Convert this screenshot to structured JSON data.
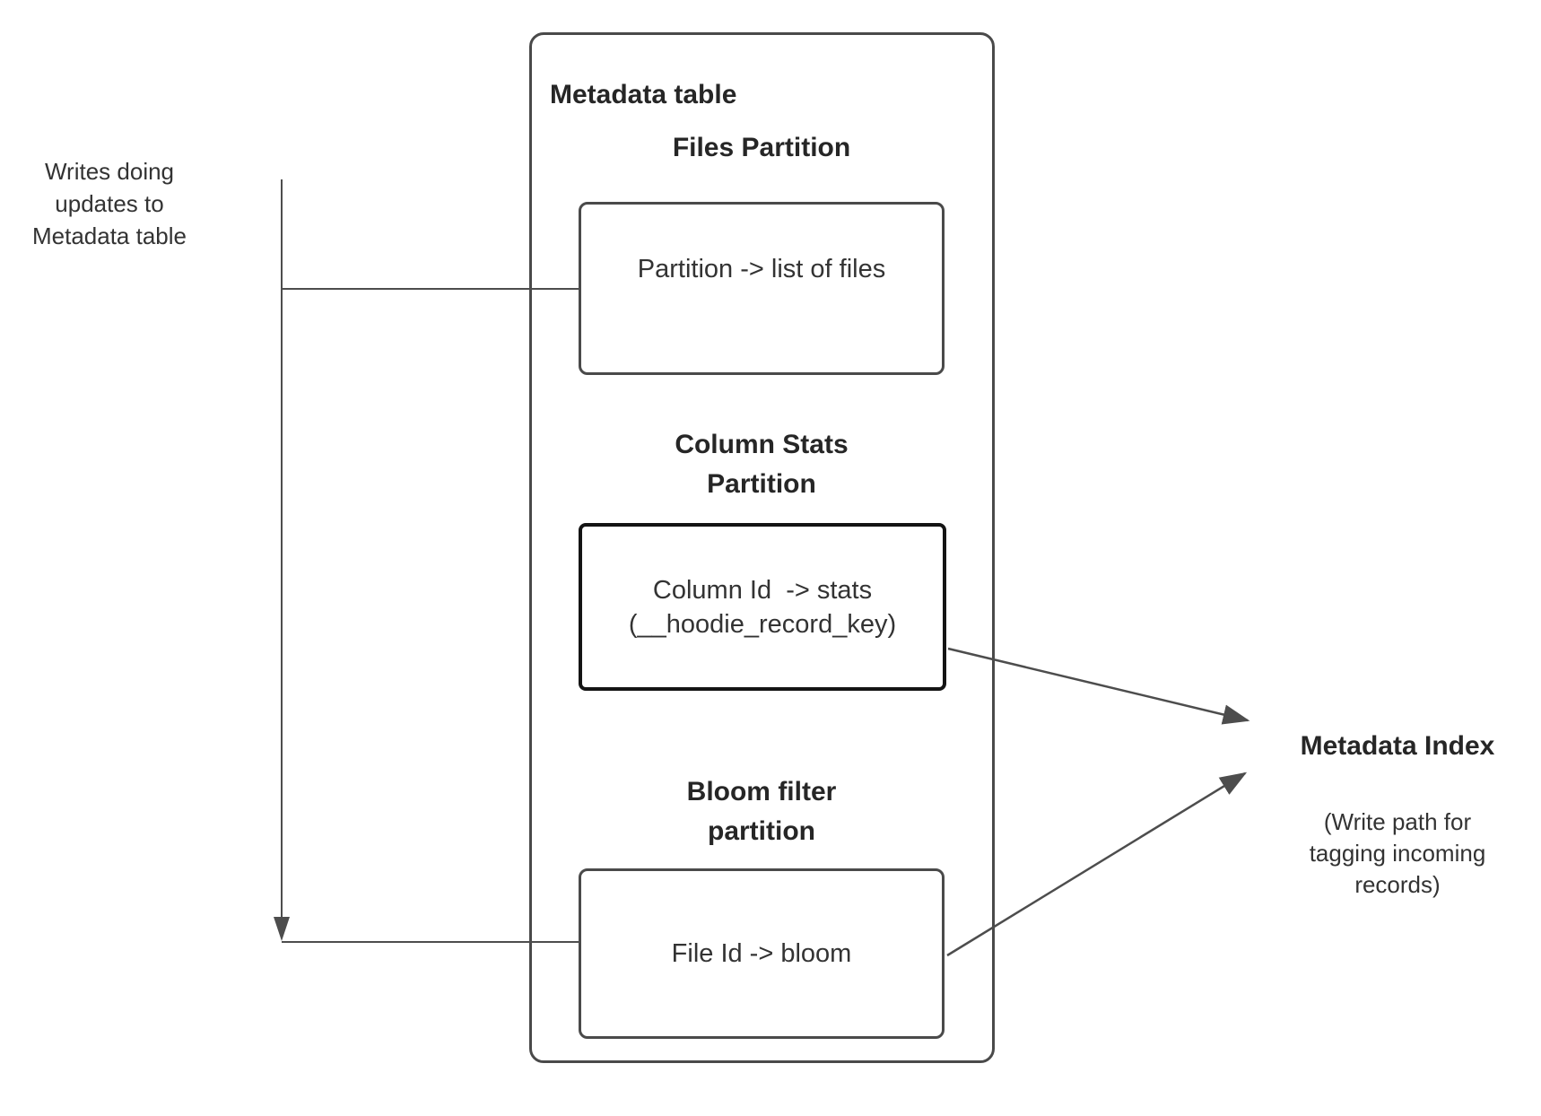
{
  "left_note": {
    "line1": "Writes doing",
    "line2": "updates to",
    "line3": "Metadata table"
  },
  "metadata_table": {
    "title": "Metadata table",
    "files_partition": {
      "heading": "Files Partition",
      "mapping": "Partition -> list of files"
    },
    "column_stats_partition": {
      "heading_line1": "Column Stats",
      "heading_line2": "Partition",
      "mapping_line1": "Column Id  -> stats",
      "mapping_line2": "(__hoodie_record_key)"
    },
    "bloom_filter_partition": {
      "heading_line1": "Bloom filter",
      "heading_line2": "partition",
      "mapping": "File Id -> bloom"
    }
  },
  "metadata_index": {
    "title": "Metadata Index",
    "note_line1": "(Write path for",
    "note_line2": "tagging incoming",
    "note_line3": "records)"
  },
  "colors": {
    "connector_line": "#4d4d4d",
    "box_border": "#4a4a4a",
    "emphasis_box_border": "#141414",
    "text": "#2e2e2e",
    "background": "#ffffff"
  }
}
